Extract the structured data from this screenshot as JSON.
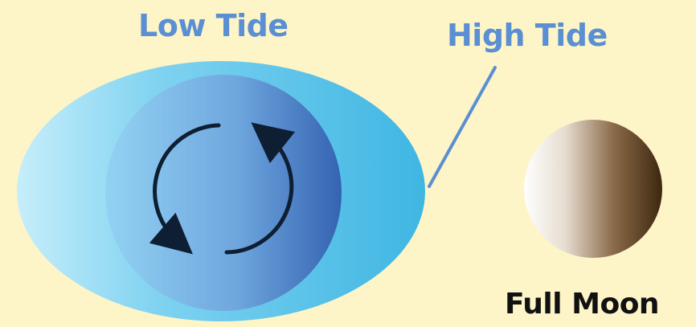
{
  "labels": {
    "low_tide": "Low Tide",
    "high_tide": "High Tide",
    "full_moon": "Full Moon"
  },
  "colors": {
    "background": "#fdf5c8",
    "label_blue": "#5b8fd3",
    "tidal_bulge_light": "#bfeafa",
    "tidal_bulge": "#47bde6",
    "earth_light": "#8fcdf0",
    "earth_dark": "#3a6db8",
    "moon_light": "#ffffff",
    "moon_dark": "#4a3018",
    "arrow": "#0e1e33",
    "pointer_line": "#5b8fd3"
  },
  "icons": {
    "rotation": "circular-rotation-arrows-icon"
  }
}
